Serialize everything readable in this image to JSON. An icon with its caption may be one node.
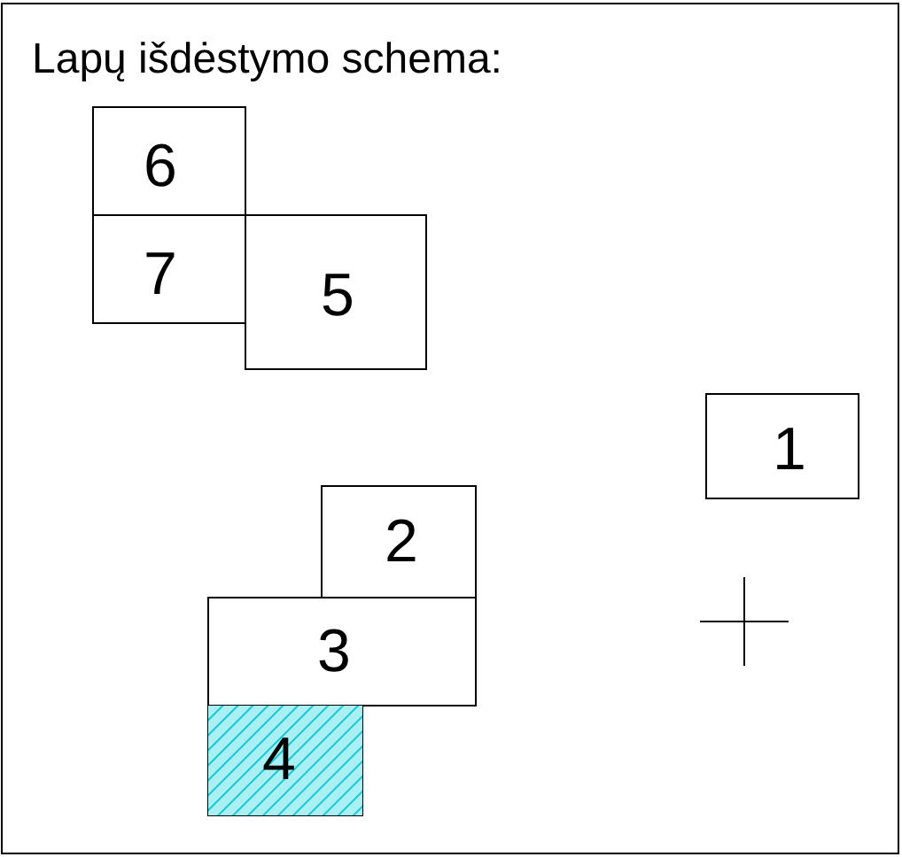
{
  "diagram": {
    "title": "Lapų išdėstymo schema:",
    "nodes": [
      {
        "text": [
          "6"
        ]
      },
      {
        "text": [
          "7"
        ]
      },
      {
        "text": [
          "5"
        ]
      },
      {
        "text": [
          "1"
        ]
      },
      {
        "text": [
          "2"
        ]
      },
      {
        "text": [
          "3"
        ]
      },
      {
        "text": [
          "4"
        ]
      }
    ],
    "edges": []
  }
}
